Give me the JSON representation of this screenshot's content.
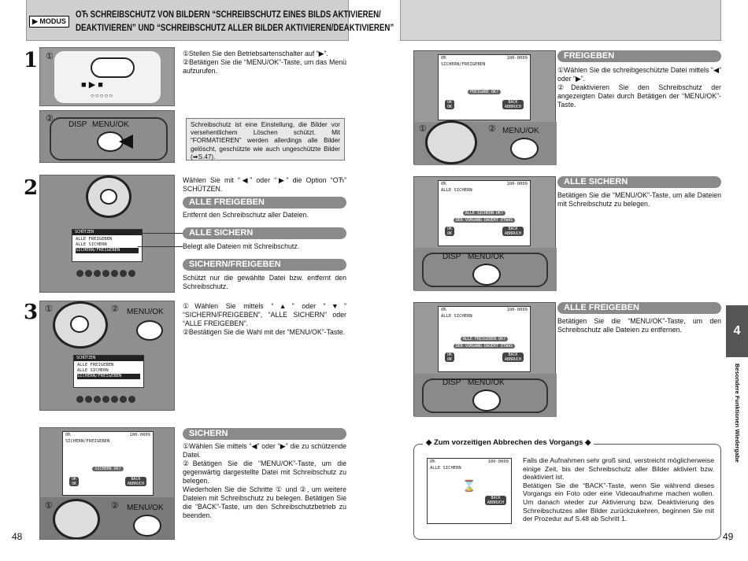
{
  "header": {
    "modus": "▶ MODUS",
    "title_line1": "ОЋ SCHREIBSCHUTZ VON BILDERN “SCHREIBSCHUTZ EINES BILDS AKTIVIEREN/",
    "title_line2": "DEAKTIVIEREN” UND “SCHREIBSCHUTZ ALLER BILDER AKTIVIEREN/DEAKTIVIEREN”"
  },
  "page_left": "48",
  "page_right": "49",
  "step1": {
    "no": "1",
    "text1": "①Stellen Sie den Betriebsartenschalter auf “▶”.",
    "text2": "②Betätigen Sie die “MENU/OK”-Taste, um das Menü aufzurufen.",
    "note": "Schreibschutz ist eine Einstellung, die Bilder vor versehentlichem Löschen schützt. Mit “FORMATIEREN” werden allerdings alle Bilder gelöscht, geschützte wie auch ungeschützte Bilder (➡S.47).",
    "disp": "DISP",
    "menu": "MENU/OK"
  },
  "step2": {
    "no": "2",
    "intro": "Wählen Sie mit “◀” oder “▶” die Option “ОЋ” SCHÜTZEN.",
    "opt1_title": "ALLE FREIGEBEN",
    "opt1_text": "Entfernt den Schreibschutz aller Dateien.",
    "opt2_title": "ALLE SICHERN",
    "opt2_text": "Belegt alle Dateien mit Schreibschutz.",
    "opt3_title": "SICHERN/FREIGEBEN",
    "opt3_text": "Schützt nur die gewählte Datei bzw. entfernt den Schreibschutz.",
    "menu_hdr": "SCHÜTZEN",
    "menu_items": [
      "ALLE FREIGEBEN",
      "ALLE SICHERN",
      "SICHERN/FREIGEBEN"
    ]
  },
  "step3": {
    "no": "3",
    "text1": "①Wählen Sie mittels “▲” oder “▼” “SICHERN/FREIGEBEN”, “ALLE SICHERN” oder “ALLE FREIGEBEN”.",
    "text2": "②Bestätigen Sie die Wahl mit der “MENU/OK”-Taste.",
    "menu": "MENU/OK"
  },
  "sichern": {
    "title": "SICHERN",
    "text1": "①Wählen Sie mittels “◀” oder “▶” die zu schützende Datei.",
    "text2": "②Betätigen Sie die “MENU/OK”-Taste, um die gegenwärtig dargestellte Datei mit Schreibschutz zu belegen.",
    "text3": "Wiederholen Sie die Schritte ① und ②, um weitere Dateien mit Schreibschutz zu belegen. Betätigen Sie die “BACK”-Taste, um den Schreibschutzbetrieb zu beenden.",
    "lcd_title": "SICHERN/FREIGEBEN",
    "lcd_msg": "SICHERN OK?",
    "menu": "MENU/OK"
  },
  "freigeben": {
    "title": "FREIGEBEN",
    "text1": "①Wählen Sie die schreibgeschützte Datei mittels “◀” oder “▶”.",
    "text2": "②Deaktivieren Sie den Schreibschutz der angezeigten Datei durch Betätigen der “MENU/OK”-Taste.",
    "lcd_title": "SICHERN/FREIGEBEN",
    "lcd_msg": "FREIGABE OK?",
    "menu": "MENU/OK"
  },
  "allesichern": {
    "title": "ALLE SICHERN",
    "text": "Betätigen Sie die “MENU/OK”-Taste, um alle Dateien mit Schreibschutz zu belegen.",
    "lcd_title": "ALLE SICHERN",
    "lcd_msg1": "ALLE SICHERN OK?",
    "lcd_msg2": "DER VORGANG DAUERT ETWAS",
    "disp": "DISP",
    "menu": "MENU/OK"
  },
  "allefreigeben": {
    "title": "ALLE FREIGEBEN",
    "text": "Betätigen Sie die “MENU/OK”-Taste, um den Schreibschutz alle Dateien zu entfernen.",
    "lcd_title": "ALLE SICHERN",
    "lcd_msg1": "ALLE FREIGEBEN OK?",
    "lcd_msg2": "DER VORGANG DAUERT ETWAS",
    "disp": "DISP",
    "menu": "MENU/OK"
  },
  "abbrechen": {
    "title": "◆ Zum vorzeitigen Abbrechen des Vorgangs ◆",
    "text1": "Falls die Aufnahmen sehr groß sind, verstreicht möglicherweise einige Zeit, bis der Schreibschutz aller Bilder aktiviert bzw. deaktiviert ist.",
    "text2": "Betätigen Sie die “BACK”-Taste, wenn Sie während dieses Vorgangs ein Foto oder eine Videoaufnahme machen wollen. Um danach wieder zur Aktivierung bzw. Deaktivierung des Schreibschutzes aller Bilder zurückzukehren, beginnen Sie mit der Prozedur auf S.48 ab Schritt 1.",
    "lcd_title": "ALLE SICHERN"
  },
  "lcd": {
    "counter": "100-0009",
    "ok": "OK",
    "back": "BACK",
    "abbruch": "ABBRUCH"
  },
  "chapter": {
    "tab": "4",
    "vertical": "Besondere Funktionen Wiedergabe"
  },
  "circ": {
    "one": "①",
    "two": "②"
  }
}
